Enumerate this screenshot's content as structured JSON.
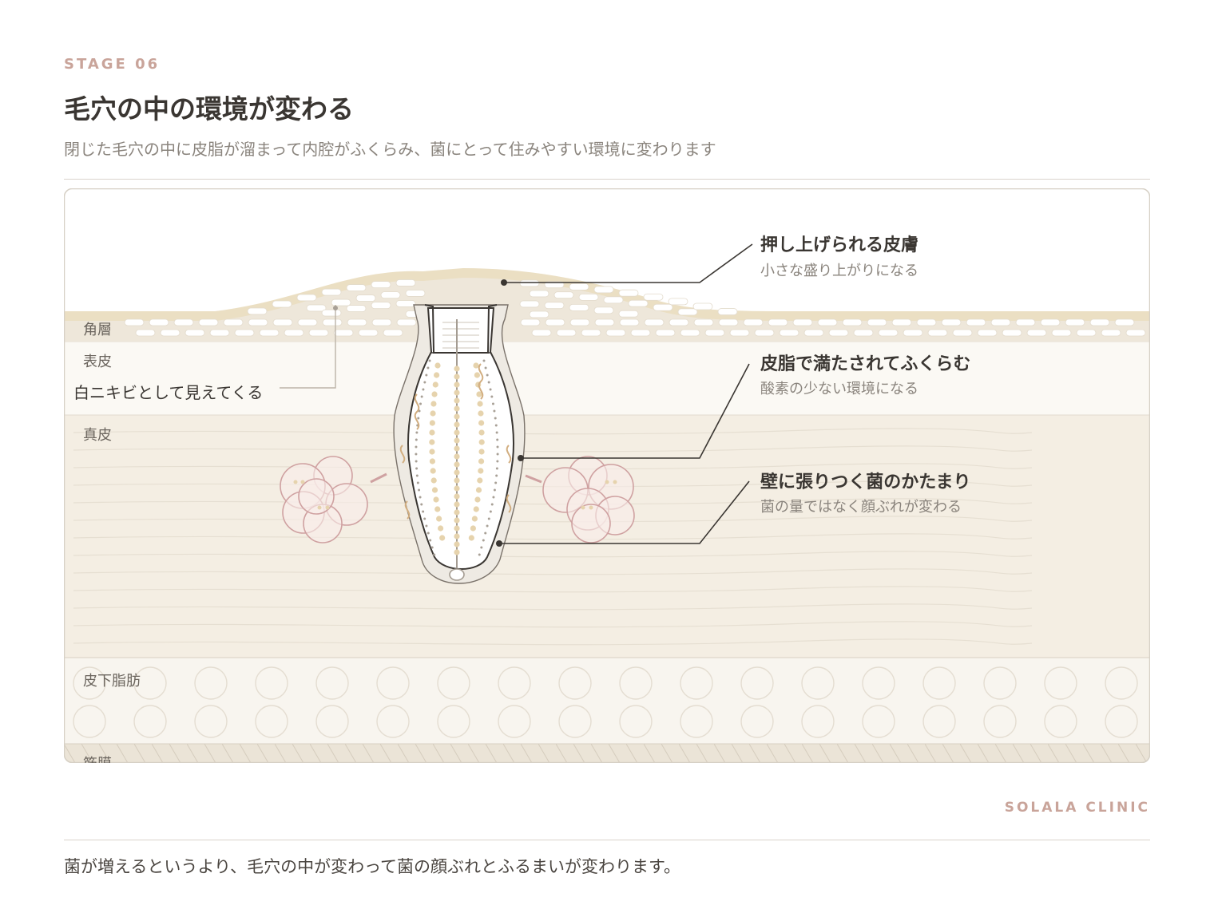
{
  "header": {
    "stage_label": "STAGE 06",
    "title": "毛穴の中の環境が変わる",
    "subtitle": "閉じた毛穴の中に皮脂が溜まって内腔がふくらみ、菌にとって住みやすい環境に変わります"
  },
  "layers": {
    "stratum_corneum": "角層",
    "epidermis": "表皮",
    "dermis": "真皮",
    "subcutaneous_fat": "皮下脂肪",
    "fascia": "筋膜"
  },
  "callouts": {
    "whitehead": "白ニキビとして見えてくる",
    "raised_skin": {
      "title": "押し上げられる皮膚",
      "desc": "小さな盛り上がりになる"
    },
    "sebum_fill": {
      "title": "皮脂で満たされてふくらむ",
      "desc": "酸素の少ない環境になる"
    },
    "bacteria_cluster": {
      "title": "壁に張りつく菌のかたまり",
      "desc": "菌の量ではなく顔ぶれが変わる"
    }
  },
  "footer": {
    "brand": "SOLALA CLINIC",
    "note": "菌が増えるというより、毛穴の中が変わって菌の顔ぶれとふるまいが変わります。"
  },
  "colors": {
    "accent": "#c9a49a",
    "epidermis": "#fbf9f4",
    "dermis": "#f4eee3",
    "corneum_band": "#eadfc6",
    "sebum_dot": "#e6d3ad",
    "bacteria_wave": "#d2ae80",
    "gland": "#cfa1a1",
    "line": "#3a3632"
  }
}
